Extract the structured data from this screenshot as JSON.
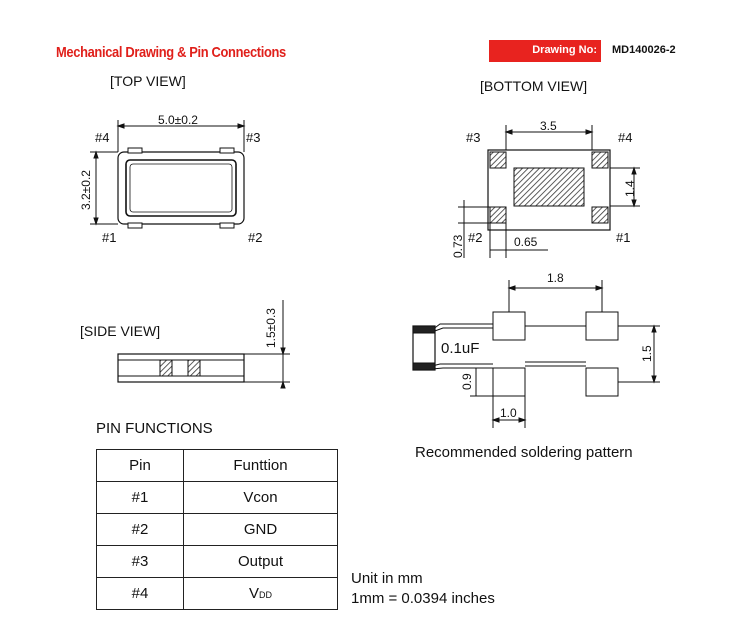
{
  "header": {
    "title": "Mechanical Drawing & Pin Connections",
    "drawing_no_label": "Drawing No:",
    "drawing_no_value": "MD140026-2",
    "accent_color": "#e8231f"
  },
  "top_view": {
    "label": "[TOP VIEW]",
    "width_dim": "5.0±0.2",
    "height_dim": "3.2±0.2",
    "pins": [
      "#4",
      "#3",
      "#1",
      "#2"
    ]
  },
  "bottom_view": {
    "label": "[BOTTOM VIEW]",
    "pad_spacing_dim": "3.5",
    "pad_vertical_dim": "1.4",
    "pad_height_dim": "0.73",
    "pad_width_dim": "0.65",
    "pins": [
      "#3",
      "#4",
      "#2",
      "#1"
    ]
  },
  "side_view": {
    "label": "[SIDE VIEW]",
    "height_dim": "1.5±0.3"
  },
  "soldering": {
    "width_dim": "1.8",
    "capacitor_label": "0.1uF",
    "height_dim": "1.5",
    "pad_height_dim": "0.9",
    "pad_width_dim": "1.0",
    "caption": "Recommended soldering pattern"
  },
  "pin_functions": {
    "title": "PIN FUNCTIONS",
    "headers": [
      "Pin",
      "Funttion"
    ],
    "rows": [
      {
        "pin": "#1",
        "function": "Vcon"
      },
      {
        "pin": "#2",
        "function": "GND"
      },
      {
        "pin": "#3",
        "function": "Output"
      },
      {
        "pin": "#4",
        "function_main": "V",
        "function_sub": "DD"
      }
    ]
  },
  "units": {
    "line1": "Unit in mm",
    "line2": "1mm = 0.0394 inches"
  }
}
